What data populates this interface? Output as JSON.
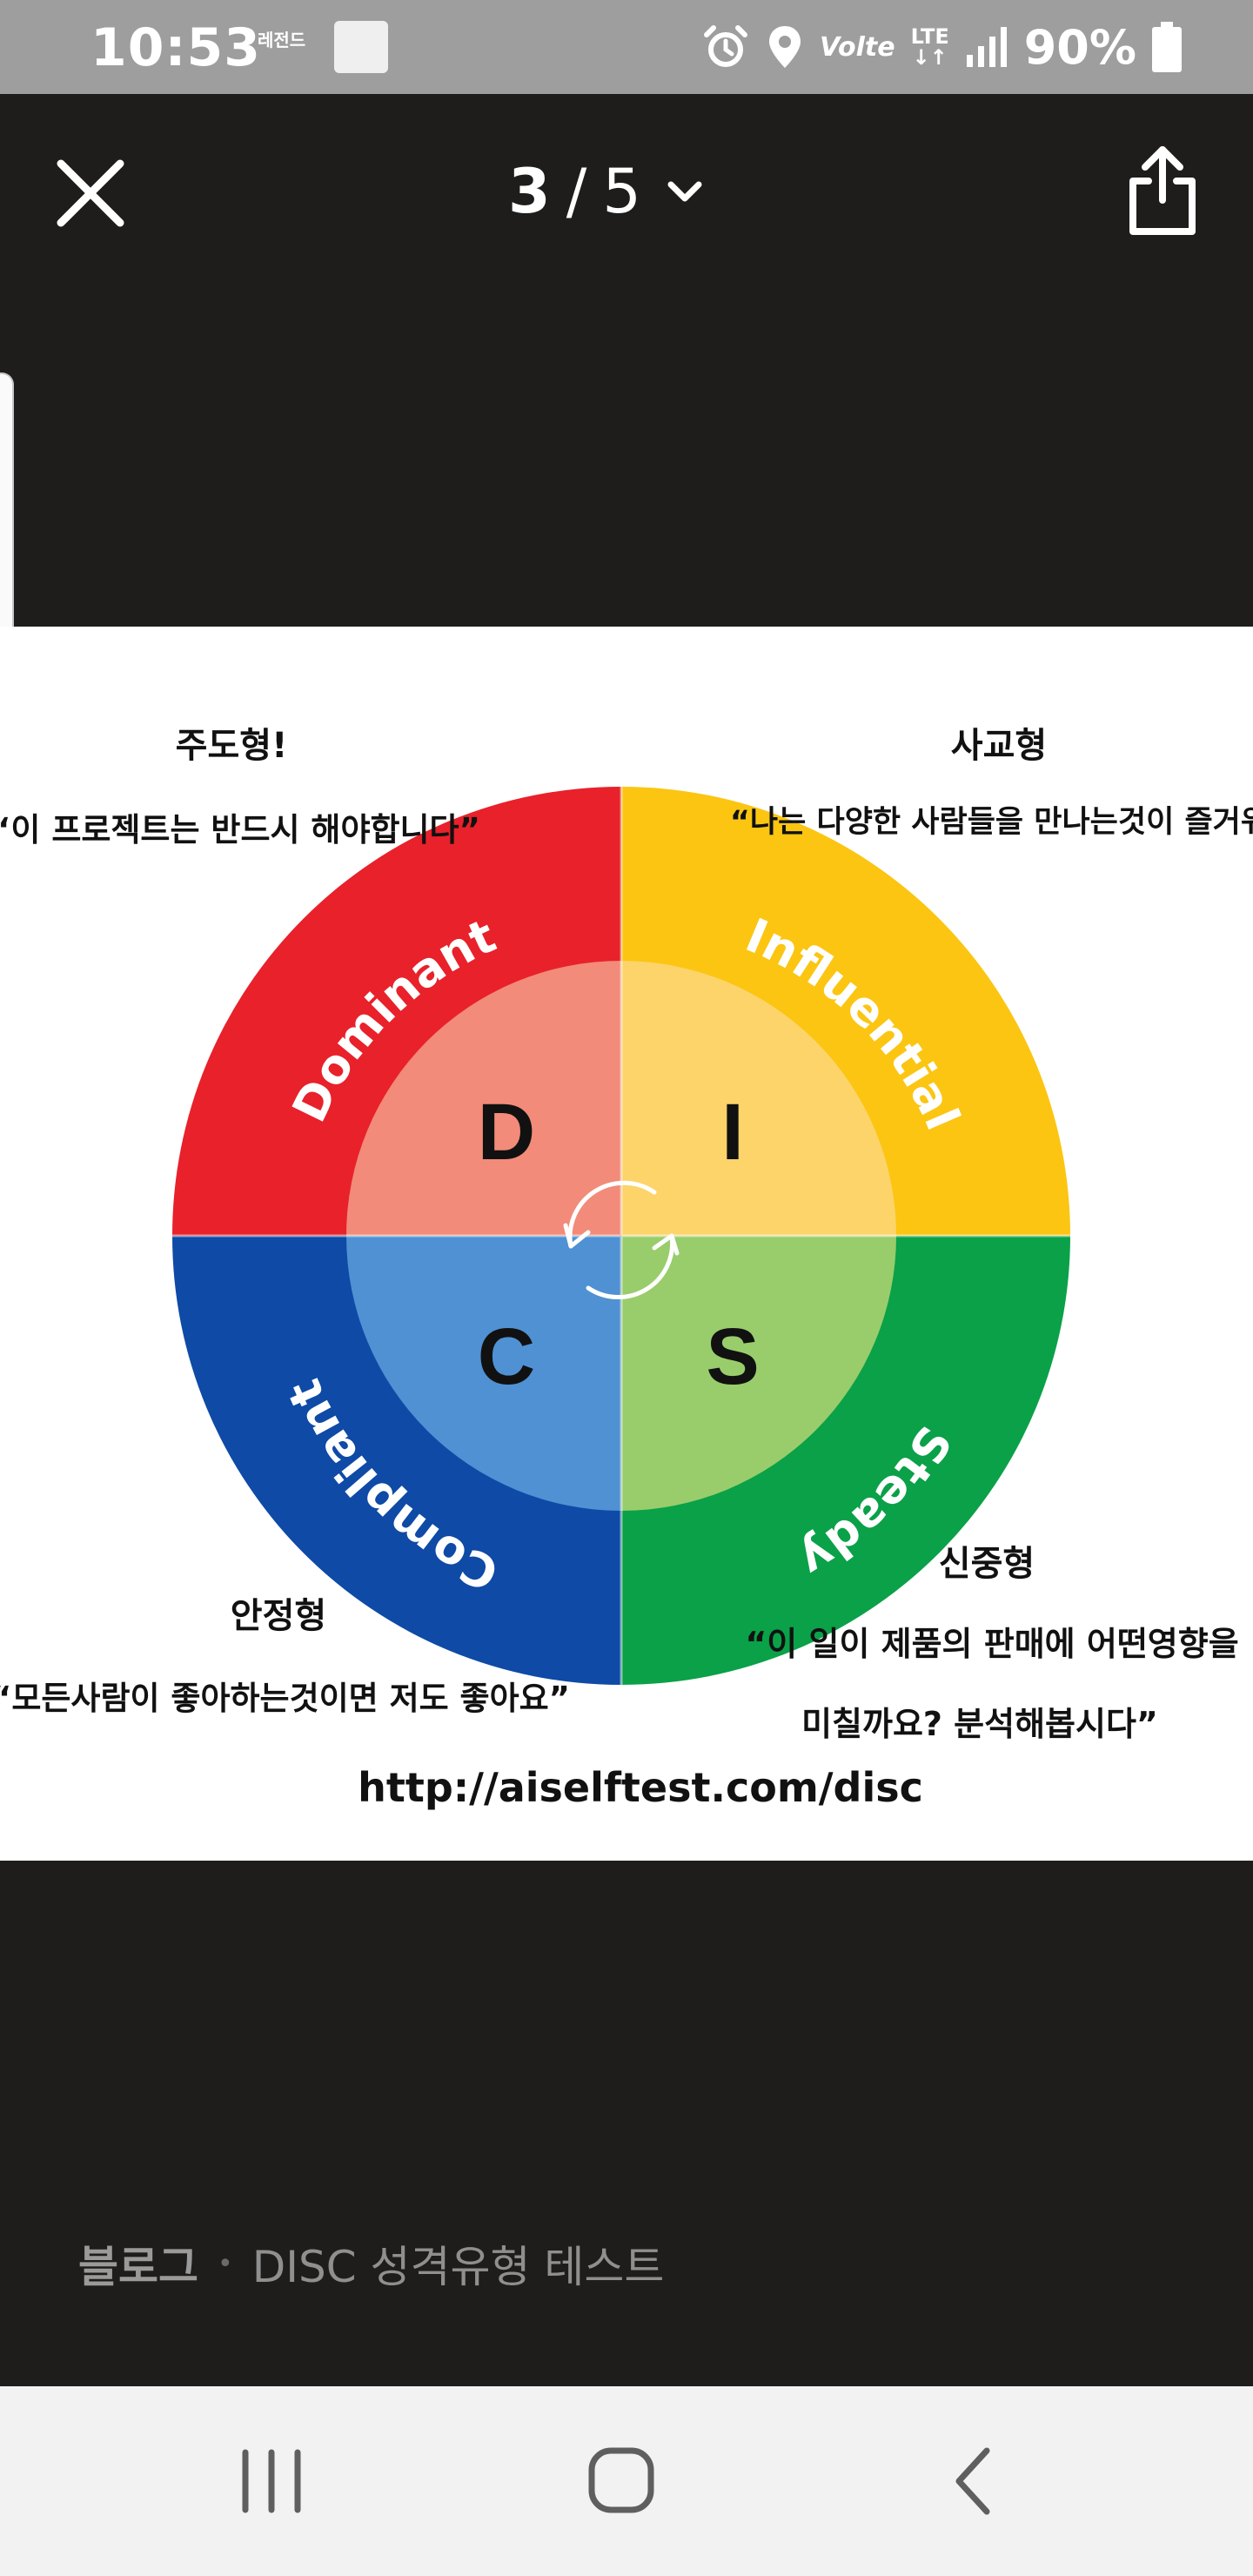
{
  "status_bar": {
    "time": "10:53",
    "carrier_badge": "레전드",
    "network_text": "Volte",
    "lte_text": "LTE",
    "battery_text": "90%"
  },
  "viewer": {
    "current_page": "3",
    "separator": "/",
    "total_pages": "5"
  },
  "disc_image": {
    "quadrants": [
      {
        "letter": "D",
        "word": "Dominant",
        "type_name": "주도형!",
        "quote": "“이 프로젝트는 반드시 해야합니다”",
        "color": "#e8212b"
      },
      {
        "letter": "I",
        "word": "Influential",
        "type_name": "사교형",
        "quote": "“나는 다양한 사람들을 만나는것이 즐거워”",
        "color": "#fbc512"
      },
      {
        "letter": "S",
        "word": "Steady",
        "type_name": "신중형",
        "quote_line1": "“이 일이 제품의 판매에 어떤영향을",
        "quote_line2": "미칠까요? 분석해봅시다”",
        "color": "#0aa148"
      },
      {
        "letter": "C",
        "word": "Compliant",
        "type_name": "안정형",
        "quote": "“모든사람이 좋아하는것이면 저도 좋아요”",
        "color": "#0e4aa6"
      }
    ],
    "url": "http://aiselftest.com/disc"
  },
  "caption": {
    "source": "블로그",
    "dot": "•",
    "title": "DISC 성격유형 테스트"
  }
}
